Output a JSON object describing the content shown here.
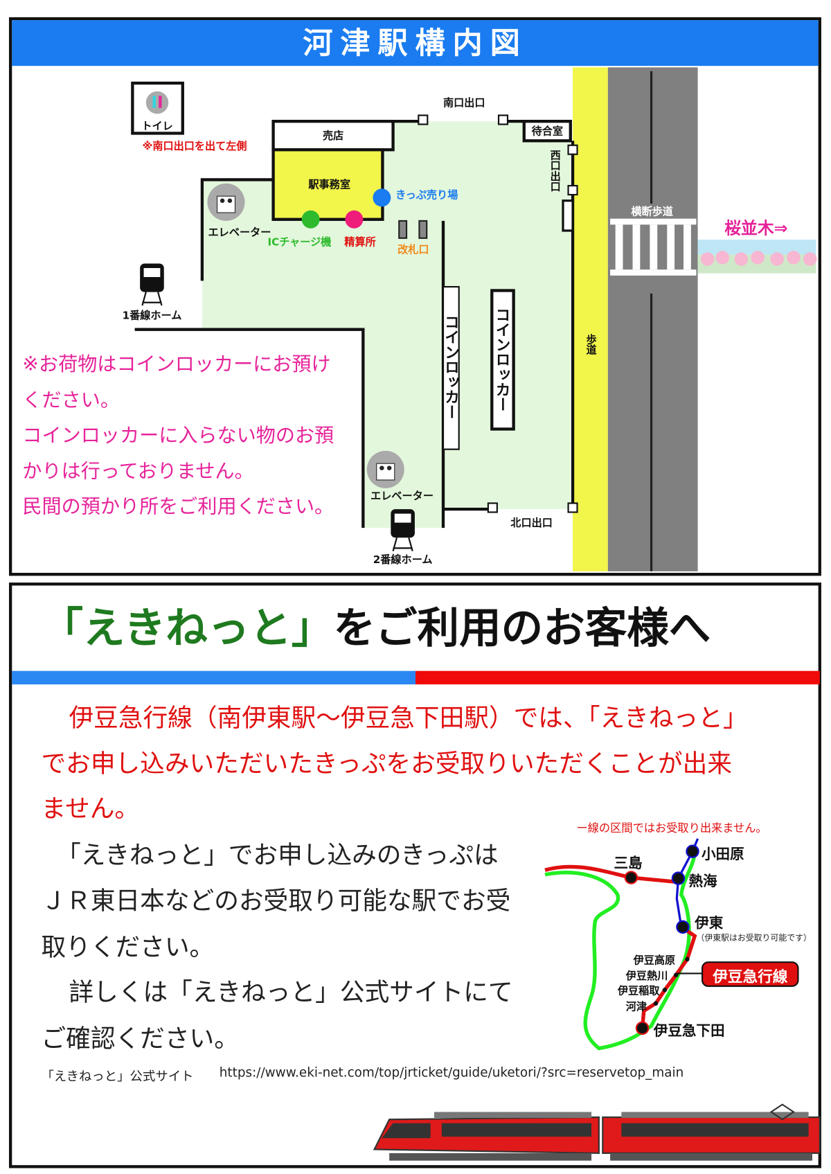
{
  "station_map": {
    "title": "河津駅構内図",
    "toilet": "トイレ",
    "toilet_note": "※南口出口を出て左側",
    "shop": "売店",
    "station_office": "駅事務室",
    "ticket_sales": "きっぷ売り場",
    "ic_charge": "ICチャージ機",
    "fare_adjustment": "精算所",
    "ticket_gate": "改札口",
    "elevator": "エレベーター",
    "platform_1": "1番線ホーム",
    "platform_2": "2番線ホーム",
    "south_exit": "南口出口",
    "west_exit": "西口出口",
    "north_exit": "北口出口",
    "waiting_room": "待合室",
    "coin_locker": "コインロッカー",
    "sidewalk": "歩道",
    "crosswalk": "横断歩道",
    "sakura": "桜並木⇒",
    "luggage_notes": [
      "※お荷物はコインロッカーにお預け",
      "ください。",
      "コインロッカーに入らない物のお預",
      "かりは行っておりません。",
      "民間の預かり所をご利用ください。"
    ]
  },
  "notice": {
    "title_green": "「えきねっと」",
    "title_black": "をご利用のお客様へ",
    "red_lines": [
      "伊豆急行線（南伊東駅〜伊豆急下田駅）では、「えきねっと」",
      "でお申し込みいただいたきっぷをお受取りいただくことが出来",
      "ません。"
    ],
    "black_lines": [
      "「えきねっと」でお申し込みのきっぷは",
      "ＪＲ東日本などのお受取り可能な駅でお受",
      "取りください。",
      "詳しくは「えきねっと」公式サイトにて",
      "ご確認ください。"
    ],
    "site_label": "「えきねっと」公式サイト",
    "url": "https://www.eki-net.com/top/jrticket/guide/uketori/?src=reservetop_main"
  },
  "route_map": {
    "legend": "ー線の区間ではお受取り出来ません。",
    "stations": {
      "odawara": "小田原",
      "atami": "熱海",
      "mishima": "三島",
      "ito": "伊東",
      "ito_note": "（伊東駅はお受取り可能です）",
      "izukogen": "伊豆高原",
      "izuatagawa": "伊豆熱川",
      "izuinatori": "伊豆稲取",
      "kawazu": "河津",
      "izukyushimoda": "伊豆急下田"
    },
    "line_badge": "伊豆急行線"
  },
  "colors": {
    "header_blue": "#1a7cf0",
    "sidewalk_yellow": "#f2f54a",
    "floor_green": "#e3f7dc",
    "road_gray": "#808080",
    "notice_red": "#e01010",
    "brand_green": "#1f7a1f"
  }
}
